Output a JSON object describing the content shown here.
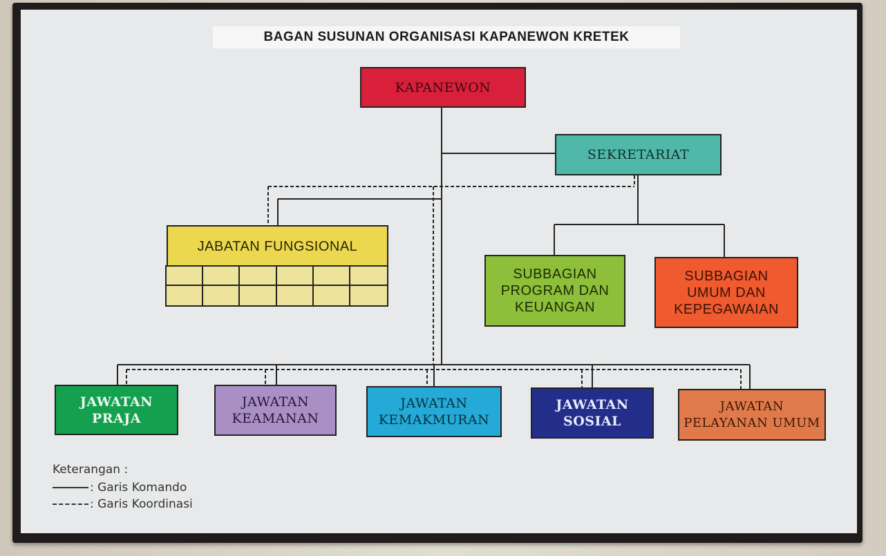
{
  "title": "BAGAN SUSUNAN ORGANISASI KAPANEWON KRETEK",
  "nodes": {
    "kapanewon": "KAPANEWON",
    "sekretariat": "SEKRETARIAT",
    "jabatan_fungsional": "JABATAN FUNGSIONAL",
    "subbagian_program": "SUBBAGIAN\nPROGRAM DAN\nKEUANGAN",
    "subbagian_umum": "SUBBAGIAN\nUMUM DAN\nKEPEGAWAIAN",
    "jawatan_praja": "JAWATAN\nPRAJA",
    "jawatan_keamanan": "JAWATAN\nKEAMANAN",
    "jawatan_kemakmuran": "JAWATAN\nKEMAKMURAN",
    "jawatan_sosial": "JAWATAN\nSOSIAL",
    "jawatan_pelayanan": "JAWATAN\nPELAYANAN UMUM"
  },
  "colors": {
    "kapanewon": "#d9203a",
    "sekretariat": "#4fb8a8",
    "jabatan_fungsional": "#ebd84f",
    "subbagian_program": "#8dbf3a",
    "subbagian_umum": "#ef5a2e",
    "jawatan_praja": "#14a04e",
    "jawatan_keamanan": "#a98fc4",
    "jawatan_kemakmuran": "#25a9d6",
    "jawatan_sosial": "#232e8a",
    "jawatan_pelayanan": "#e07a4a"
  },
  "legend": {
    "heading": "Keterangan :",
    "solid_label": ": Garis Komando",
    "dashed_label": ": Garis Koordinasi"
  }
}
